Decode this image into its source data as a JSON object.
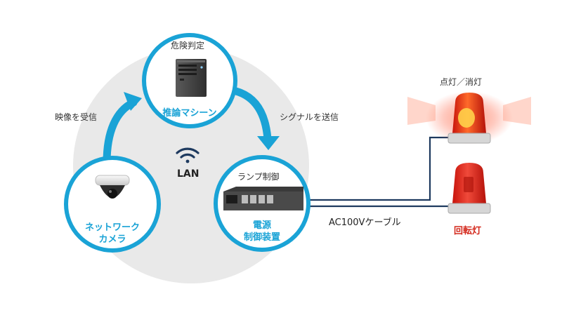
{
  "nodes": {
    "inference": {
      "caption": "危険判定",
      "label": "推論マシーン"
    },
    "camera": {
      "label_line1": "ネットワーク",
      "label_line2": "カメラ"
    },
    "controller": {
      "caption": "ランプ制御",
      "label_line1": "電源",
      "label_line2": "制御装置"
    },
    "lamp": {
      "caption": "点灯／消灯",
      "label": "回転灯"
    }
  },
  "edges": {
    "camera_to_machine": "映像を受信",
    "machine_to_controller": "シグナルを送信",
    "cable": "AC100Vケーブル"
  },
  "network": {
    "label": "LAN",
    "icon": "wifi-icon"
  },
  "colors": {
    "accent": "#1aa3d6",
    "backdrop": "#e9e9e9",
    "lamp_red": "#e8261b",
    "cable": "#1e3a5f"
  }
}
